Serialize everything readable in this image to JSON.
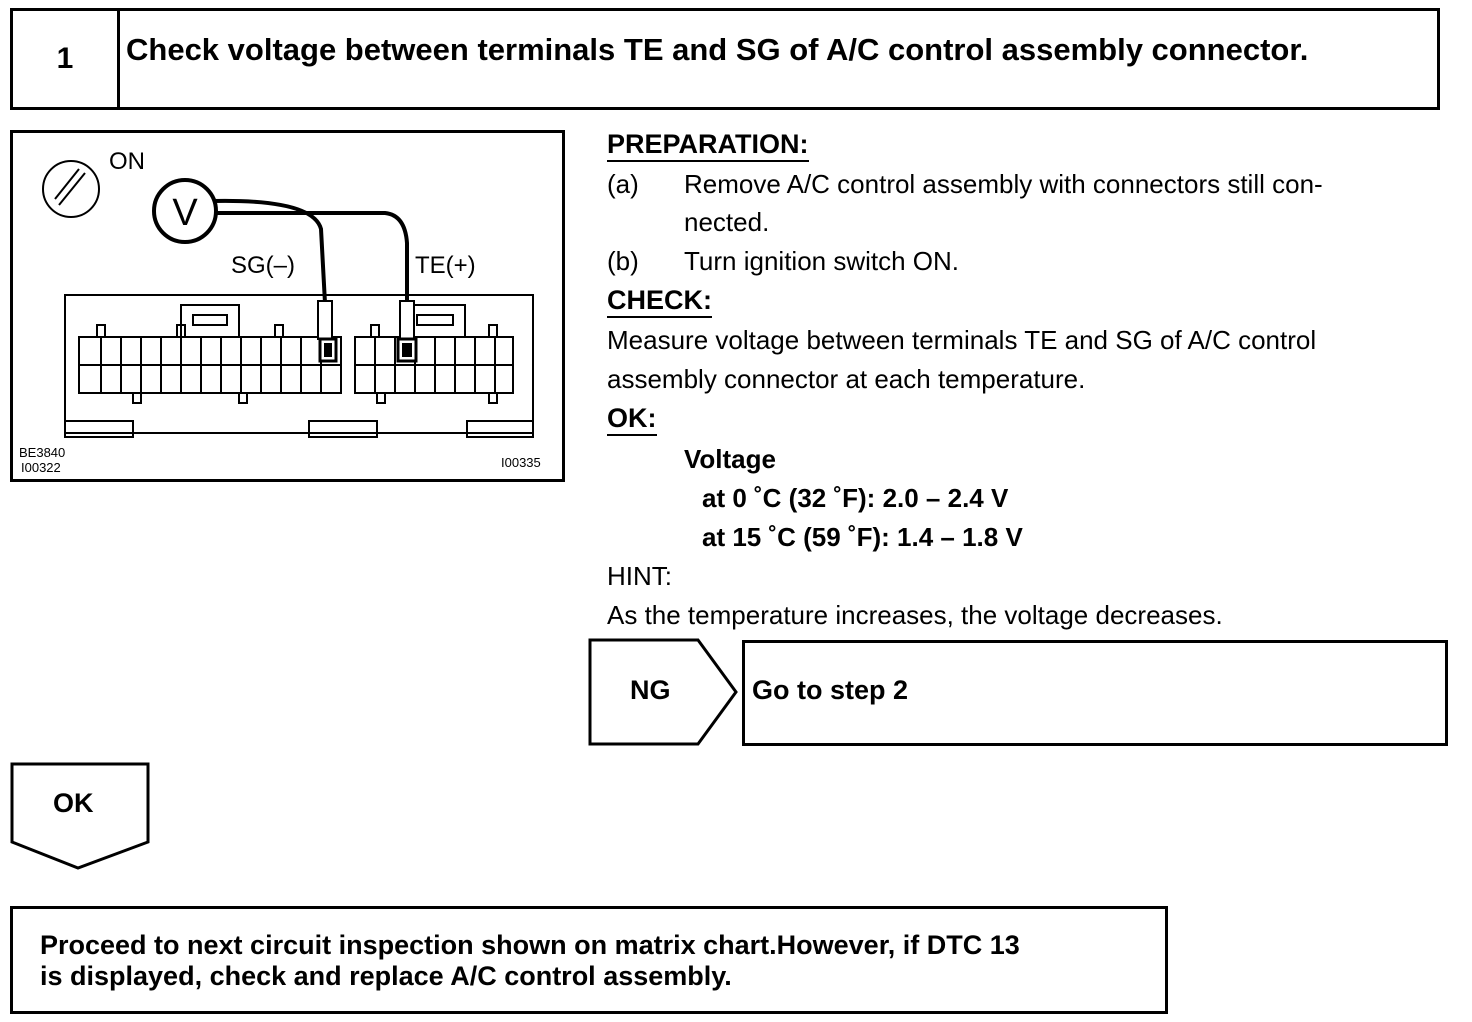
{
  "step": {
    "number": "1",
    "title": "Check voltage between terminals TE and SG of A/C control assembly connector."
  },
  "figure": {
    "switch_label": "ON",
    "meter_label": "V",
    "sg_label": "SG(–)",
    "te_label": "TE(+)",
    "code_left_1": "BE3840",
    "code_left_2": "I00322",
    "code_right": "I00335",
    "icons": [
      "ignition-switch-icon",
      "voltmeter-icon",
      "connector-icon"
    ]
  },
  "preparation": {
    "heading": "PREPARATION:",
    "items": [
      {
        "marker": "(a)",
        "line1": "Remove A/C control assembly with connectors still con-",
        "line2": "nected."
      },
      {
        "marker": "(b)",
        "line1": "Turn ignition switch ON."
      }
    ]
  },
  "check": {
    "heading": "CHECK:",
    "line1": "Measure voltage between terminals TE and SG of A/C control",
    "line2": "assembly connector at each temperature."
  },
  "ok_spec": {
    "heading": "OK:",
    "voltage_label": "Voltage",
    "spec1": "at 0 ˚C (32 ˚F): 2.0 – 2.4 V",
    "spec2": "at 15 ˚C (59 ˚F): 1.4 – 1.8 V"
  },
  "hint": {
    "heading": "HINT:",
    "text": "As the temperature increases, the voltage decreases."
  },
  "ng": {
    "label": "NG",
    "action": "Go to step 2"
  },
  "ok": {
    "label": "OK"
  },
  "result": {
    "line1": "Proceed to next circuit inspection shown on matrix chart.However, if DTC 13",
    "line2": "is displayed, check and replace A/C control assembly."
  }
}
